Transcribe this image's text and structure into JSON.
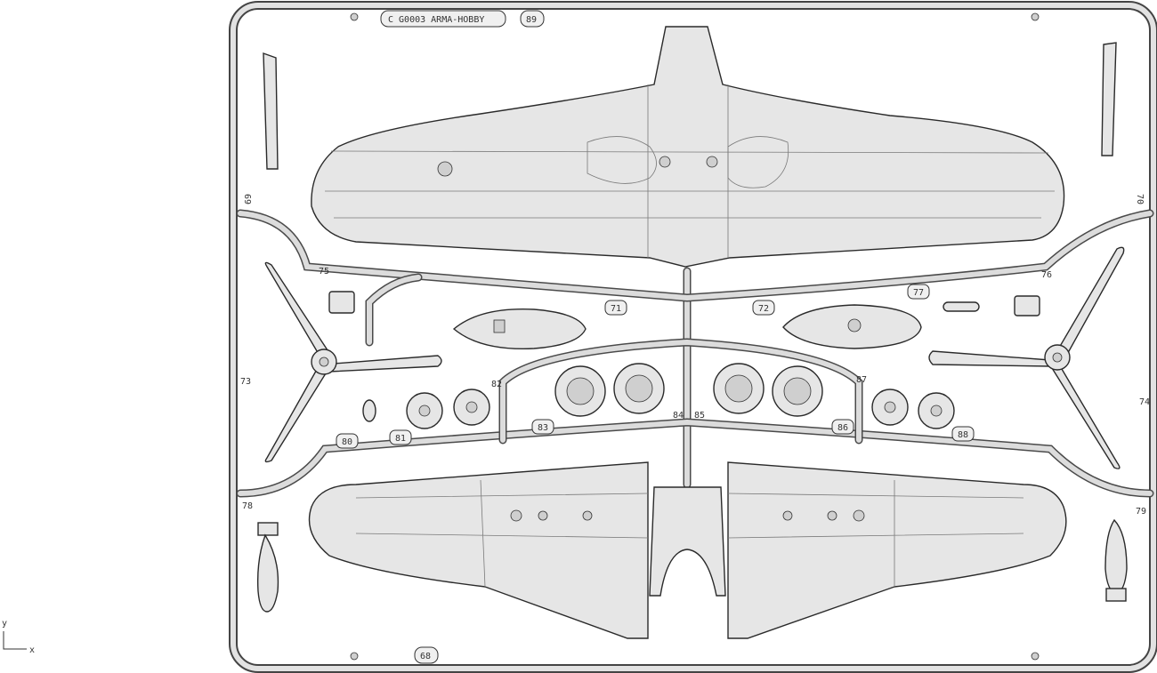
{
  "sprue_frame": {
    "code_label": "C  G0003 ARMA-HOBBY",
    "frame_tab_top": "89",
    "frame_tab_bottom": "68"
  },
  "part_numbers": [
    "69",
    "70",
    "71",
    "72",
    "73",
    "74",
    "75",
    "76",
    "77",
    "78",
    "79",
    "80",
    "81",
    "83",
    "84",
    "85",
    "86",
    "87",
    "88",
    "82"
  ],
  "axis": {
    "y_label": "y",
    "x_label": "x"
  },
  "colors": {
    "plastic": "#e6e6e6",
    "outline": "#2a2a2a",
    "sprue": "#4a4a4a"
  }
}
